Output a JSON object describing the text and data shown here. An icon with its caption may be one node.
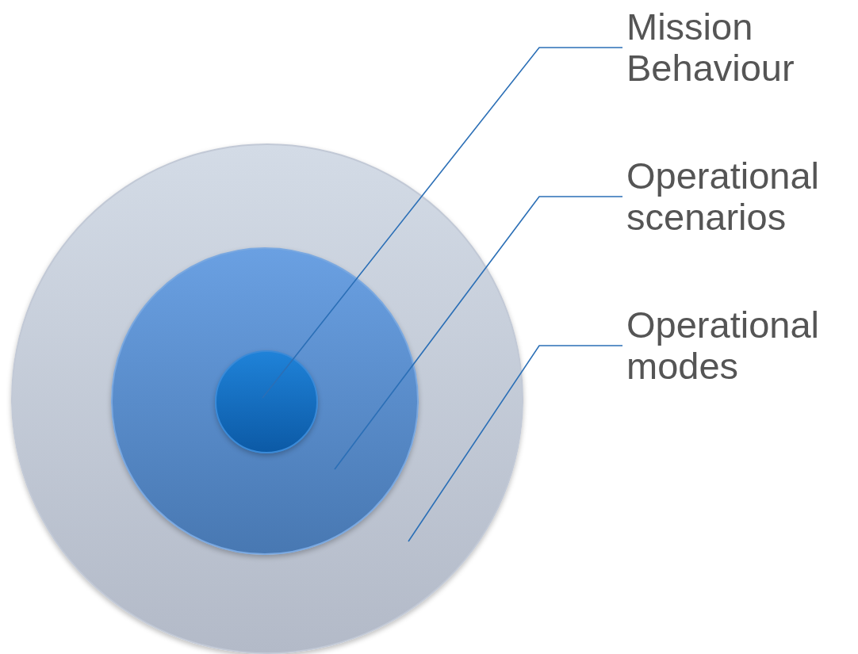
{
  "diagram": {
    "nodes": [
      {
        "text": [],
        "shape": "circle"
      },
      {
        "text": [],
        "shape": "circle",
        "in": 0
      },
      {
        "text": [],
        "shape": "circle",
        "in": 1
      },
      {
        "text": [
          "Mission Behaviour"
        ]
      },
      {
        "text": [
          "Operational scenarios"
        ]
      },
      {
        "text": [
          "Operational modes"
        ]
      }
    ],
    "edges": [
      {
        "from": 3,
        "to": 2,
        "arrow": "none"
      },
      {
        "from": 4,
        "to": 1,
        "arrow": "none"
      },
      {
        "from": 5,
        "to": 0,
        "arrow": "none"
      }
    ]
  }
}
